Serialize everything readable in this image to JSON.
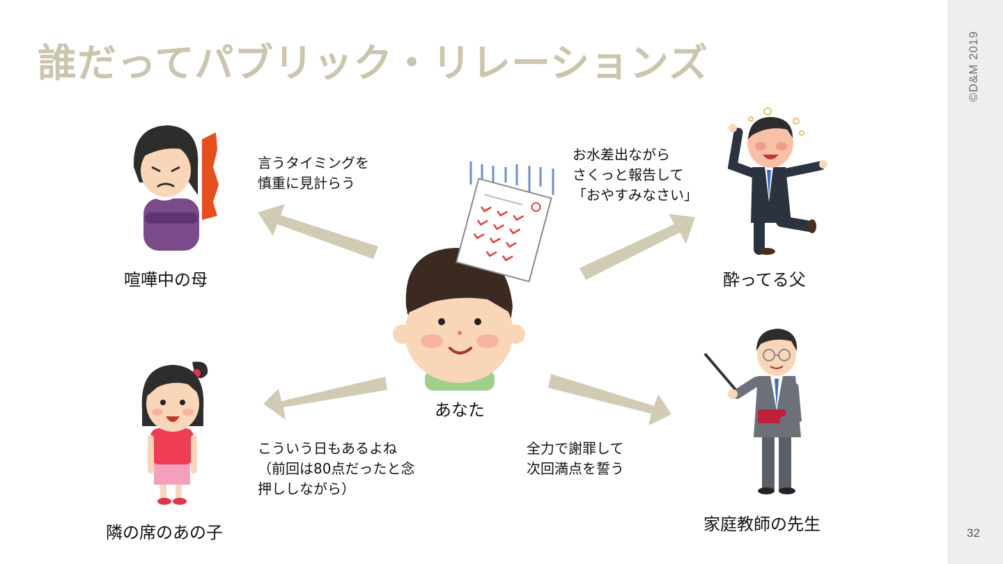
{
  "title": "誰だってパブリック・リレーションズ",
  "copyright": "©D&M 2019",
  "page_number": "32",
  "center": {
    "label": "あなた"
  },
  "people": {
    "mother": {
      "label": "喧嘩中の母",
      "note": "言うタイミングを\n慎重に見計らう"
    },
    "father": {
      "label": "酔ってる父",
      "note": "お水差出ながら\nさくっと報告して\n「おやすみなさい」"
    },
    "girl": {
      "label": "隣の席のあの子",
      "note": "こういう日もあるよね\n（前回は80点だったと念\n押ししながら）"
    },
    "tutor": {
      "label": "家庭教師の先生",
      "note": "全力で謝罪して\n次回満点を誓う"
    }
  },
  "colors": {
    "title": "#cbc5ae",
    "arrow": "#d2cbb4",
    "sidebar": "#eeeeee",
    "check": "#e63a3a"
  },
  "icons": [
    "angry-mother-icon",
    "drunk-father-icon",
    "boy-with-test-icon",
    "girl-icon",
    "teacher-icon",
    "arrow-icon"
  ]
}
